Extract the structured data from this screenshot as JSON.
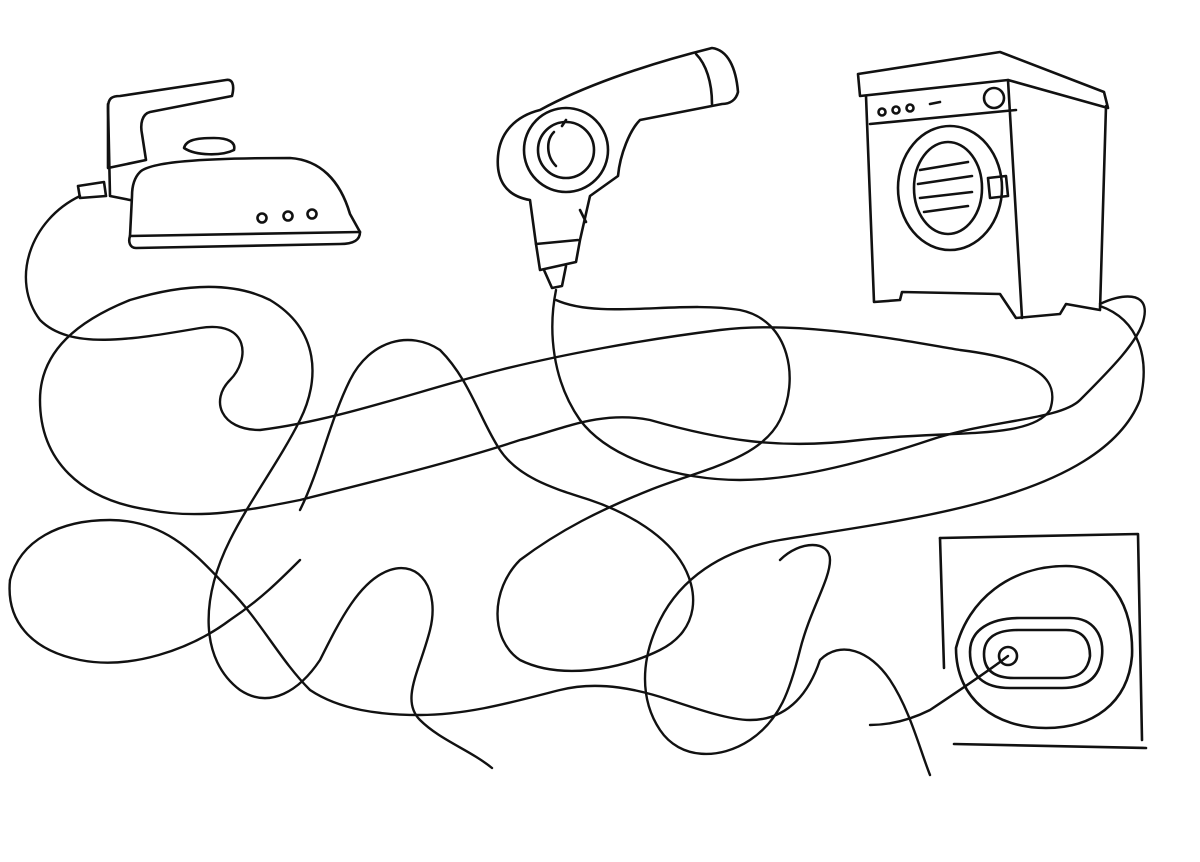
{
  "scene": {
    "kind": "maze-puzzle",
    "ink_color": "#111111",
    "paper_color": "#ffffff"
  },
  "items": [
    {
      "key": "iron",
      "icon": "iron-icon"
    },
    {
      "key": "hair_dryer",
      "icon": "hair-dryer-icon"
    },
    {
      "key": "washing_machine",
      "icon": "washing-machine-icon"
    },
    {
      "key": "socket",
      "icon": "power-socket-icon"
    }
  ]
}
